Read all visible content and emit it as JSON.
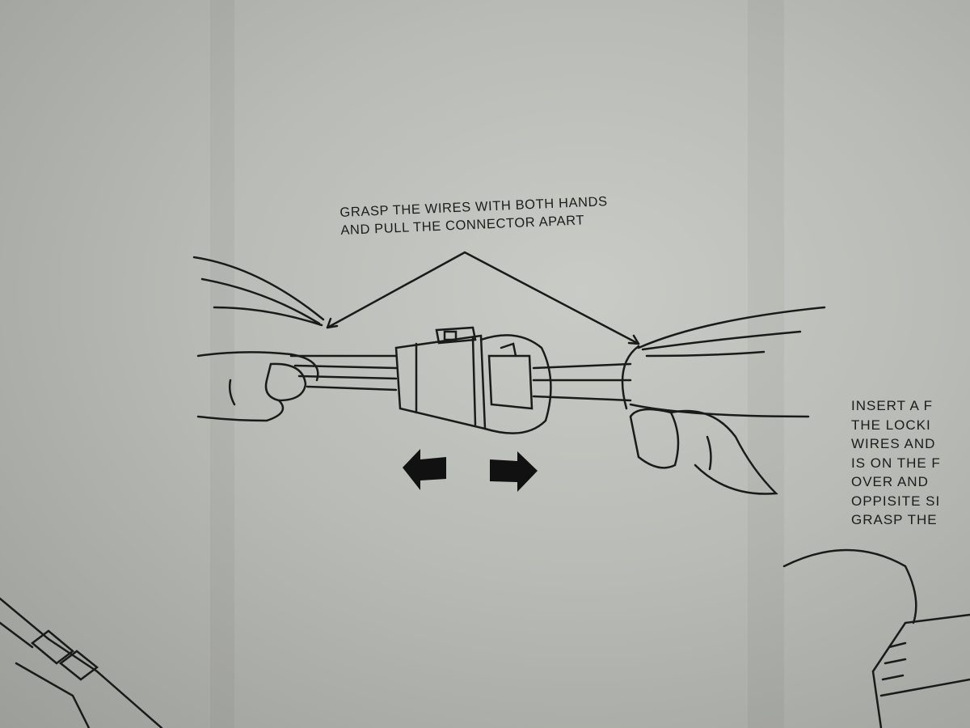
{
  "figure_caption": {
    "line1": "GRASP THE WIRES WITH BOTH HANDS",
    "line2": "AND PULL THE CONNECTOR APART"
  },
  "side_instruction": {
    "lines": [
      "INSERT A F",
      "THE LOCKI",
      "WIRES AND",
      "IS ON THE F",
      "OVER AND",
      "OPPISITE SI",
      "GRASP THE"
    ]
  }
}
